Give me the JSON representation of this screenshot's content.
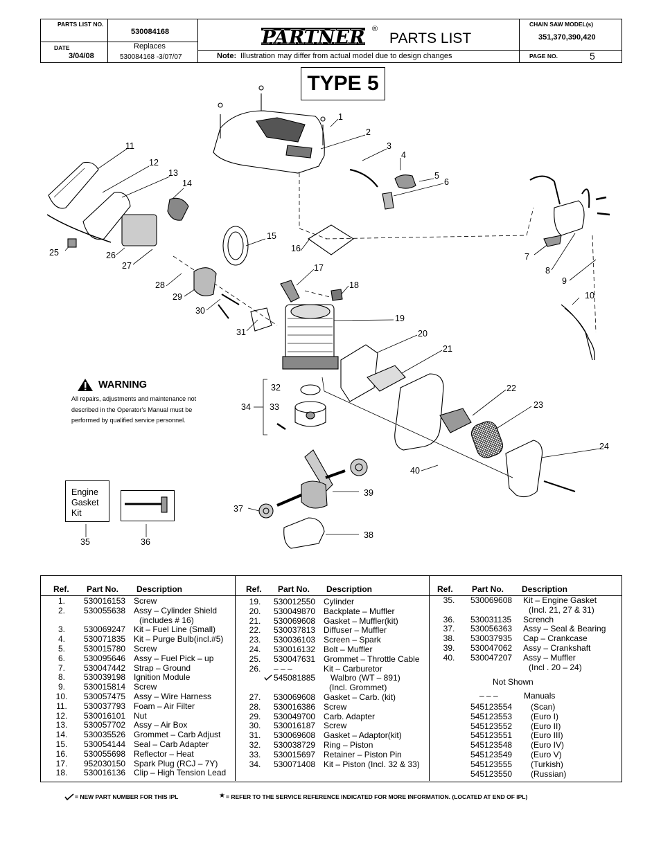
{
  "header": {
    "parts_list_no_label": "PARTS LIST NO.",
    "parts_list_no": "530084168",
    "date_label": "DATE",
    "date": "3/04/08",
    "replaces_label": "Replaces",
    "replaces": "530084168 -3/07/07",
    "brand": "PARTNER",
    "registered": "®",
    "title": "PARTS LIST",
    "note_label": "Note:",
    "note_text": "Illustration may differ from actual model due to design changes",
    "model_label": "CHAIN SAW MODEL(s)",
    "models": "351,370,390,420",
    "page_label": "PAGE   NO.",
    "page_no": "5"
  },
  "type_badge": "TYPE 5",
  "warning": {
    "title": "WARNING",
    "text": "All repairs, adjustments and maintenance not described in the Operator's Manual must be performed by qualified  service personnel."
  },
  "kit_box": [
    "Engine",
    "Gasket",
    "Kit"
  ],
  "callouts": [
    "1",
    "2",
    "3",
    "4",
    "5",
    "6",
    "7",
    "8",
    "9",
    "10",
    "11",
    "12",
    "13",
    "14",
    "15",
    "16",
    "17",
    "18",
    "19",
    "20",
    "21",
    "22",
    "23",
    "24",
    "25",
    "26",
    "27",
    "28",
    "29",
    "30",
    "31",
    "32",
    "33",
    "34",
    "35",
    "36",
    "37",
    "38",
    "39",
    "40"
  ],
  "table": {
    "headers": {
      "ref": "Ref.",
      "part": "Part No.",
      "desc": "Description"
    },
    "col1": [
      {
        "ref": "1.",
        "part": "530016153",
        "desc": "Screw"
      },
      {
        "ref": "2.",
        "part": "530055638",
        "desc": "Assy – Cylinder Shield"
      },
      {
        "ref": "",
        "part": "",
        "desc": "(includes # 16)"
      },
      {
        "ref": "3.",
        "part": "530069247",
        "desc": "Kit – Fuel Line (Small)"
      },
      {
        "ref": "4.",
        "part": "530071835",
        "desc": "Kit – Purge Bulb(incl.#5)"
      },
      {
        "ref": "5.",
        "part": "530015780",
        "desc": "Screw"
      },
      {
        "ref": "6.",
        "part": "530095646",
        "desc": "Assy – Fuel  Pick – up"
      },
      {
        "ref": "7.",
        "part": "530047442",
        "desc": "Strap – Ground"
      },
      {
        "ref": "8.",
        "part": "530039198",
        "desc": "Ignition Module"
      },
      {
        "ref": "9.",
        "part": "530015814",
        "desc": "Screw"
      },
      {
        "ref": "10.",
        "part": "530057475",
        "desc": "Assy – Wire  Harness"
      },
      {
        "ref": "11.",
        "part": "530037793",
        "desc": "Foam – Air Filter"
      },
      {
        "ref": "12.",
        "part": "530016101",
        "desc": "Nut"
      },
      {
        "ref": "13.",
        "part": "530057702",
        "desc": "Assy – Air Box"
      },
      {
        "ref": "14.",
        "part": "530035526",
        "desc": "Grommet – Carb Adjust"
      },
      {
        "ref": "15.",
        "part": "530054144",
        "desc": "Seal – Carb Adapter"
      },
      {
        "ref": "16.",
        "part": "530055698",
        "desc": "Reflector – Heat"
      },
      {
        "ref": "17.",
        "part": "952030150",
        "desc": "Spark Plug (RCJ – 7Y)"
      },
      {
        "ref": "18.",
        "part": "530016136",
        "desc": "Clip – High Tension Lead"
      }
    ],
    "col2": [
      {
        "ref": "19.",
        "part": "530012550",
        "desc": "Cylinder"
      },
      {
        "ref": "20.",
        "part": "530049870",
        "desc": "Backplate – Muffler"
      },
      {
        "ref": "21.",
        "part": "530069608",
        "desc": "Gasket – Muffler(kit)"
      },
      {
        "ref": "22.",
        "part": "530037813",
        "desc": "Diffuser – Muffler"
      },
      {
        "ref": "23.",
        "part": "530036103",
        "desc": "Screen – Spark"
      },
      {
        "ref": "24.",
        "part": "530016132",
        "desc": "Bolt – Muffler"
      },
      {
        "ref": "25.",
        "part": "530047631",
        "desc": "Grommet – Throttle Cable"
      },
      {
        "ref": "26.",
        "part": "– – –",
        "desc": "Kit – Carburetor"
      },
      {
        "ref": "",
        "part": "545081885",
        "desc": "Walbro (WT – 891)",
        "new": true
      },
      {
        "ref": "",
        "part": "",
        "desc": "(Incl. Grommet)"
      },
      {
        "ref": "27.",
        "part": "530069608",
        "desc": "Gasket – Carb. (kit)"
      },
      {
        "ref": "28.",
        "part": "530016386",
        "desc": "Screw"
      },
      {
        "ref": "29.",
        "part": "530049700",
        "desc": "Carb. Adapter"
      },
      {
        "ref": "30.",
        "part": "530016187",
        "desc": "Screw"
      },
      {
        "ref": "31.",
        "part": "530069608",
        "desc": "Gasket –  Adaptor(kit)"
      },
      {
        "ref": "32.",
        "part": "530038729",
        "desc": "Ring – Piston"
      },
      {
        "ref": "33.",
        "part": "530015697",
        "desc": "Retainer – Piston Pin"
      },
      {
        "ref": "34.",
        "part": "530071408",
        "desc": "Kit – Piston  (Incl. 32 & 33)"
      }
    ],
    "col3": [
      {
        "ref": "35.",
        "part": "530069608",
        "desc": "Kit – Engine Gasket"
      },
      {
        "ref": "",
        "part": "",
        "desc": "(Incl. 21, 27 & 31)"
      },
      {
        "ref": "36.",
        "part": "530031135",
        "desc": "Scrench"
      },
      {
        "ref": "37.",
        "part": "530056363",
        "desc": "Assy – Seal & Bearing"
      },
      {
        "ref": "38.",
        "part": "530037935",
        "desc": "Cap – Crankcase"
      },
      {
        "ref": "39.",
        "part": "530047062",
        "desc": "Assy – Crankshaft"
      },
      {
        "ref": "40.",
        "part": "530047207",
        "desc": "Assy – Muffler"
      },
      {
        "ref": "",
        "part": "",
        "desc": "(Incl . 20 – 24)"
      }
    ],
    "not_shown": "Not Shown",
    "manuals_dash": "– – –",
    "manuals_title": "Manuals",
    "manuals": [
      {
        "part": "545123554",
        "desc": "(Scan)"
      },
      {
        "part": "545123553",
        "desc": "(Euro I)"
      },
      {
        "part": "545123552",
        "desc": "(Euro II)"
      },
      {
        "part": "545123551",
        "desc": "(Euro III)"
      },
      {
        "part": "545123548",
        "desc": "(Euro IV)"
      },
      {
        "part": "545123549",
        "desc": "(Euro V)"
      },
      {
        "part": "545123555",
        "desc": "(Turkish)"
      },
      {
        "part": "545123550",
        "desc": "(Russian)"
      }
    ]
  },
  "legend": {
    "new_part": "= NEW PART NUMBER FOR THIS  IPL",
    "service_ref": "=  REFER TO THE SERVICE REFERENCE  INDICATED FOR MORE INFORMATION. (LOCATED AT END OF IPL)"
  }
}
